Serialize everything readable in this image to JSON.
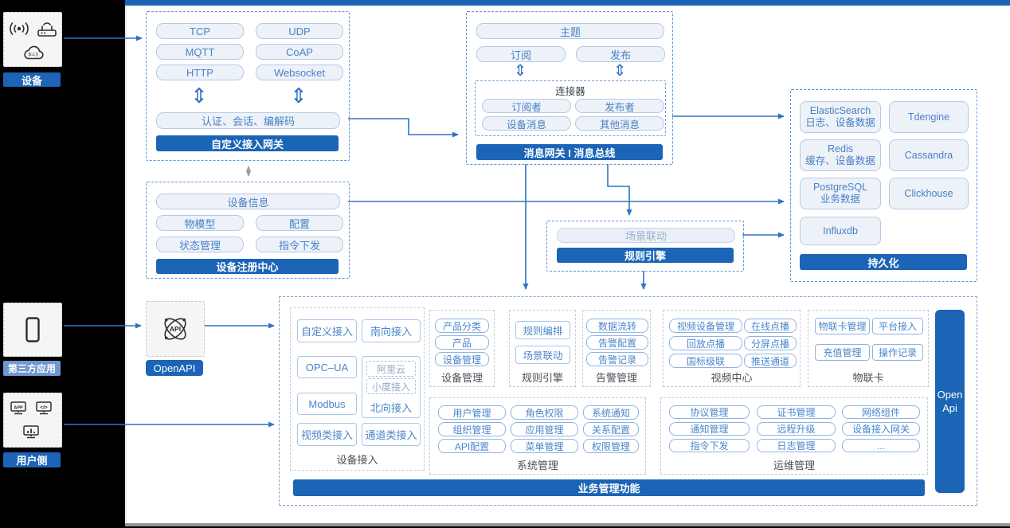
{
  "icons": {
    "updown_arrow": "⇕"
  },
  "left_rail": {
    "device": {
      "label": "设备",
      "cloud_text": "第三方"
    },
    "third_party": {
      "label": "第三方应用"
    },
    "user_side": {
      "label": "用户侧",
      "app_icon_text": "APP",
      "code_icon_text": "</>"
    }
  },
  "custom_gateway": {
    "protocols": [
      "TCP",
      "UDP",
      "MQTT",
      "CoAP",
      "HTTP",
      "Websocket"
    ],
    "auth": "认证、会话、编解码",
    "title": "自定义接入网关"
  },
  "message_bus": {
    "topic": "主题",
    "subscribe": "订阅",
    "publish": "发布",
    "connector": {
      "title": "连接器",
      "items": [
        "订阅者",
        "发布者",
        "设备消息",
        "其他消息"
      ]
    },
    "title": "消息网关 I 消息总线"
  },
  "persistence": {
    "stores": [
      {
        "name": "ElasticSearch",
        "sub": "日志、设备数据"
      },
      {
        "name": "Tdengine",
        "sub": ""
      },
      {
        "name": "Redis",
        "sub": "缓存、设备数据"
      },
      {
        "name": "Cassandra",
        "sub": ""
      },
      {
        "name": "PostgreSQL",
        "sub": "业务数据"
      },
      {
        "name": "Clickhouse",
        "sub": ""
      },
      {
        "name": "Influxdb",
        "sub": ""
      }
    ],
    "title": "持久化"
  },
  "device_registry": {
    "info": "设备信息",
    "items": [
      "物模型",
      "配置",
      "状态管理",
      "指令下发"
    ],
    "title": "设备注册中心"
  },
  "rule_engine_box": {
    "scene": "场景联动",
    "title": "规则引擎"
  },
  "openapi": {
    "label": "OpenAPI",
    "icon_text": "API"
  },
  "business": {
    "title": "业务管理功能",
    "open_api_line1": "Open",
    "open_api_line2": "Api",
    "device_access": {
      "label": "设备接入",
      "items": [
        "自定义接入",
        "南向接入",
        "OPC–UA",
        "Modbus",
        "视频类接入",
        "通道类接入"
      ],
      "north": {
        "label": "北向接入",
        "subs": [
          "阿里云",
          "小度接入"
        ]
      }
    },
    "device_mgmt": {
      "label": "设备管理",
      "items": [
        "产品分类",
        "产品",
        "设备管理"
      ]
    },
    "rule": {
      "label": "规则引擎",
      "items": [
        "规则编排",
        "场景联动"
      ]
    },
    "alarm": {
      "label": "告警管理",
      "items": [
        "数据流转",
        "告警配置",
        "告警记录"
      ]
    },
    "video": {
      "label": "视频中心",
      "items": [
        "视频设备管理",
        "在线点播",
        "回放点播",
        "分屏点播",
        "国标级联",
        "推送通道"
      ]
    },
    "iot_card": {
      "label": "物联卡",
      "items": [
        "物联卡管理",
        "平台接入",
        "充值管理",
        "操作记录"
      ]
    },
    "system": {
      "label": "系统管理",
      "items": [
        "用户管理",
        "角色权限",
        "系统通知",
        "组织管理",
        "应用管理",
        "关系配置",
        "API配置",
        "菜单管理",
        "权限管理"
      ]
    },
    "ops": {
      "label": "运维管理",
      "items": [
        "协议管理",
        "证书管理",
        "网络组件",
        "通知管理",
        "远程升级",
        "设备接入网关",
        "指令下发",
        "日志管理",
        "..."
      ]
    }
  }
}
